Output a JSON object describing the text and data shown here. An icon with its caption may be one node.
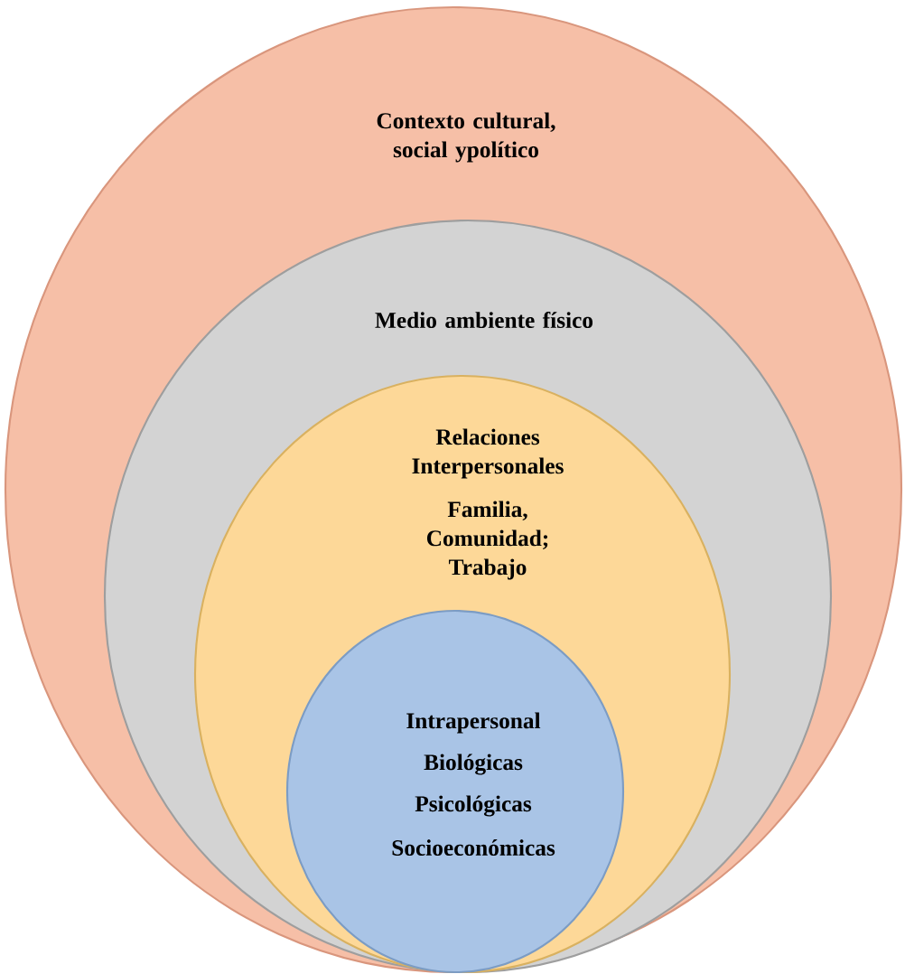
{
  "diagram": {
    "nodes": [
      {
        "text": [
          "Contexto cultural, social ypolítico"
        ]
      },
      {
        "text": [
          "Medio ambiente físico"
        ],
        "in": 0
      },
      {
        "text": [
          "Relaciones Interpersonales",
          "Familia, Comunidad; Trabajo"
        ],
        "in": 1
      },
      {
        "text": [
          "Intrapersonal",
          "Biológicas",
          "Psicológicas",
          "Socioeconómicas"
        ],
        "in": 2
      }
    ]
  }
}
